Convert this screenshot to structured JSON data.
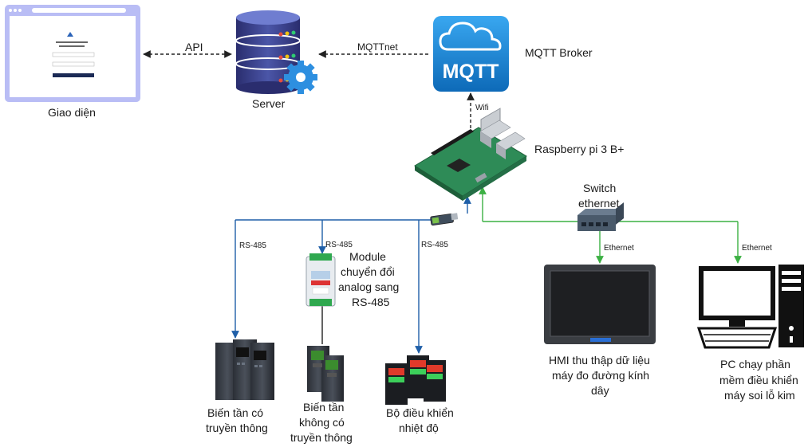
{
  "labels": {
    "giao_dien": "Giao diện",
    "server": "Server",
    "mqtt_broker": "MQTT Broker",
    "mqtt_logo": "MQTT",
    "raspberry": "Raspberry pi 3 B+",
    "switch_line1": "Switch",
    "switch_line2": "ethernet",
    "module_line1": "Module",
    "module_line2": "chuyển đổi",
    "module_line3": "analog sang",
    "module_line4": "RS-485",
    "inv1_line1": "Biến tần có",
    "inv1_line2": "truyền thông",
    "inv2_line1": "Biến tần",
    "inv2_line2": "không có",
    "inv2_line3": "truyền thông",
    "temp_line1": "Bộ điều khiển",
    "temp_line2": "nhiệt độ",
    "hmi_line1": "HMI thu thập dữ liệu",
    "hmi_line2": "máy đo đường kính",
    "hmi_line3": "dây",
    "pc_line1": "PC chạy phần",
    "pc_line2": "mềm điều khiển",
    "pc_line3": "máy soi lỗ kim"
  },
  "edges": {
    "api": "API",
    "mqttnet": "MQTTnet",
    "wifi": "Wifi",
    "rs485_a": "RS-485",
    "rs485_b": "RS-485",
    "rs485_c": "RS-485",
    "eth_hmi": "Ethernet",
    "eth_pc": "Ethernet"
  },
  "colors": {
    "rs485_line": "#1f5fa8",
    "ethernet_line": "#3cb043",
    "dashed_line": "#222222",
    "browser_frame": "#b9bdf5",
    "mqtt_blue": "#1e8ad6"
  }
}
